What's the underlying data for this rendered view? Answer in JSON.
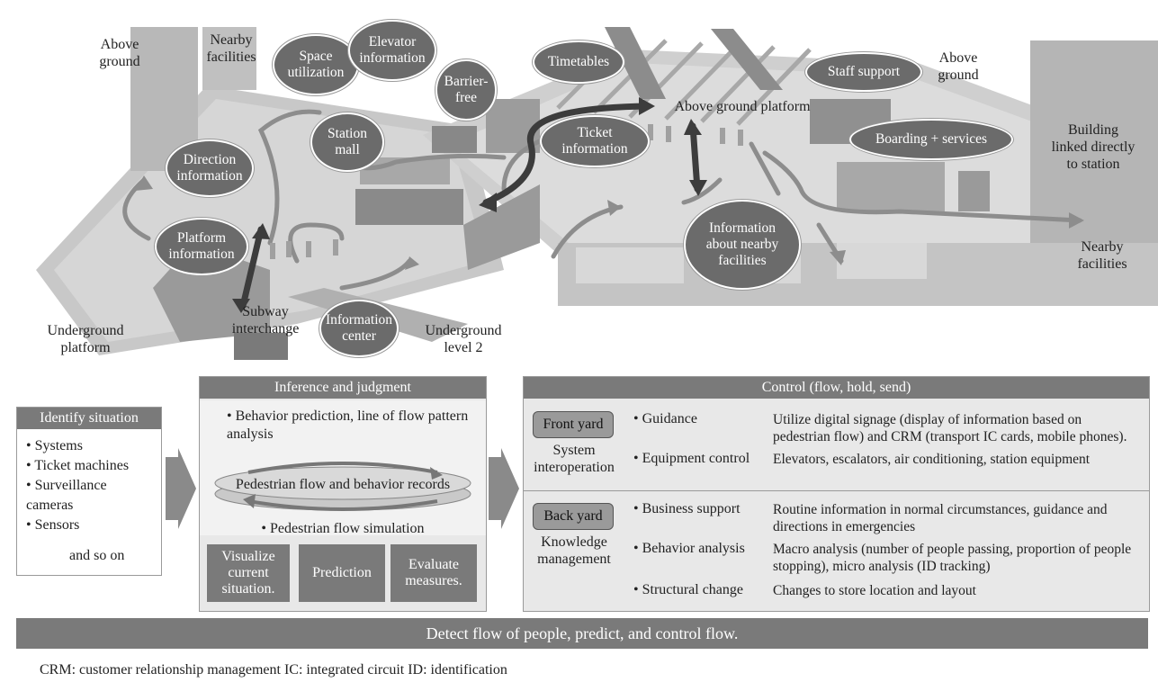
{
  "illustration": {
    "labels": {
      "above_ground_left": "Above\nground",
      "above_ground_right": "Above\nground",
      "nearby_top": "Nearby\nfacilities",
      "nearby_right": "Nearby\nfacilities",
      "above_ground_platform": "Above ground platform",
      "building_linked": "Building\nlinked directly\nto station",
      "underground_platform": "Underground\nplatform",
      "subway_interchange": "Subway\ninterchange",
      "underground_level2": "Underground\nlevel 2"
    },
    "bubbles": {
      "space_utilization": "Space\nutilization",
      "elevator_information": "Elevator\ninformation",
      "barrier_free": "Barrier-\nfree",
      "timetables": "Timetables",
      "staff_support": "Staff support",
      "station_mall": "Station\nmall",
      "ticket_information": "Ticket\ninformation",
      "boarding_services": "Boarding + services",
      "direction_information": "Direction\ninformation",
      "platform_information": "Platform\ninformation",
      "information_nearby": "Information\nabout nearby\nfacilities",
      "information_center": "Information\ncenter"
    }
  },
  "identify": {
    "title": "Identify situation",
    "items": [
      "Systems",
      "Ticket machines",
      "Surveillance\ncameras",
      "Sensors"
    ],
    "tail": "and so on"
  },
  "inference": {
    "title": "Inference and judgment",
    "behavior": "• Behavior prediction, line of flow pattern analysis",
    "records": "Pedestrian flow and behavior records",
    "simulation": "• Pedestrian flow simulation",
    "boxes": [
      "Visualize\ncurrent\nsituation.",
      "Prediction",
      "Evaluate\nmeasures."
    ]
  },
  "control": {
    "title": "Control (flow, hold, send)",
    "front": {
      "yard": "Front yard",
      "sub": "System\ninteroperation",
      "items": [
        {
          "name": "Guidance",
          "desc": "Utilize digital signage (display of information based on pedestrian flow) and CRM (transport IC cards, mobile phones)."
        },
        {
          "name": "Equipment control",
          "desc": "Elevators, escalators, air conditioning, station equipment"
        }
      ]
    },
    "back": {
      "yard": "Back yard",
      "sub": "Knowledge\nmanagement",
      "items": [
        {
          "name": "Business support",
          "desc": "Routine information in normal circumstances, guidance and directions in emergencies"
        },
        {
          "name": "Behavior analysis",
          "desc": "Macro analysis (number of people passing, proportion of people stopping), micro analysis (ID tracking)"
        },
        {
          "name": "Structural change",
          "desc": "Changes to store location and layout"
        }
      ]
    }
  },
  "footer": "Detect flow of people, predict, and control flow.",
  "abbreviations": "CRM: customer relationship management   IC: integrated circuit   ID: identification",
  "colors": {
    "panel_header": "#7a7a7a",
    "bubble": "#6b6b6b",
    "panel_bg": "#e8e8e8"
  }
}
